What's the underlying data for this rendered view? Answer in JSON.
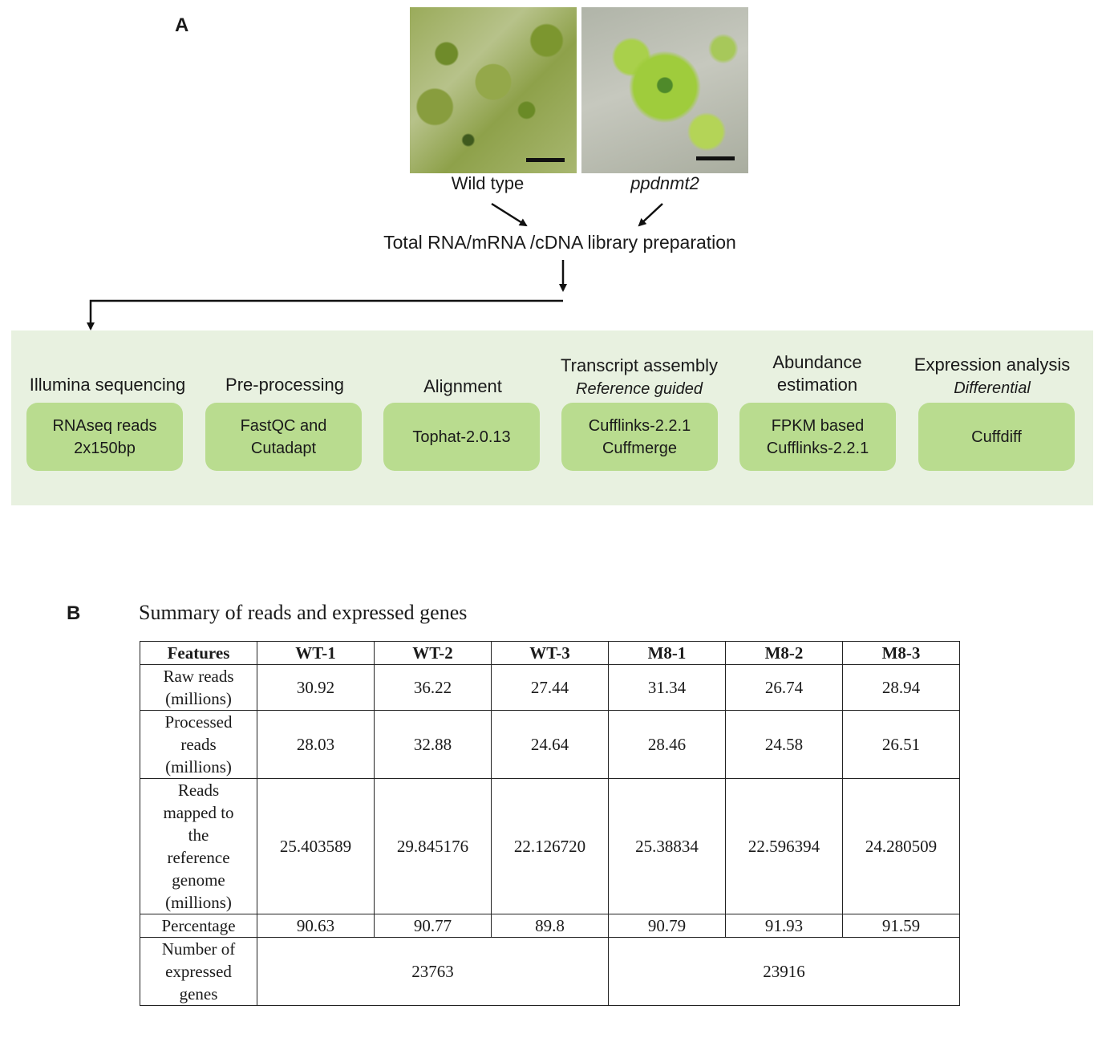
{
  "panel_a": {
    "label": "A",
    "photo_left_label": "Wild type",
    "photo_right_label": "ppdnmt2",
    "library_prep": "Total RNA/mRNA /cDNA library preparation",
    "steps": [
      {
        "title": "Illumina sequencing",
        "subtitle": "",
        "box_lines": [
          "RNAseq reads",
          "2x150bp"
        ]
      },
      {
        "title": "Pre-processing",
        "subtitle": "",
        "box_lines": [
          "FastQC and",
          "Cutadapt"
        ]
      },
      {
        "title": "Alignment",
        "subtitle": "",
        "box_lines": [
          "Tophat-2.0.13",
          ""
        ]
      },
      {
        "title": "Transcript assembly",
        "subtitle": "Reference guided",
        "box_lines": [
          "Cufflinks-2.2.1",
          "Cuffmerge"
        ]
      },
      {
        "title": "Abundance",
        "subtitle": "estimation",
        "box_lines": [
          "FPKM based",
          "Cufflinks-2.2.1"
        ]
      },
      {
        "title": "Expression analysis",
        "subtitle": "Differential",
        "box_lines": [
          "Cuffdiff",
          ""
        ]
      }
    ],
    "colors": {
      "band": "#e8f1e0",
      "box": "#b9dc8f"
    }
  },
  "panel_b": {
    "label": "B",
    "caption": "Summary of reads and expressed genes",
    "headers": [
      "Features",
      "WT-1",
      "WT-2",
      "WT-3",
      "M8-1",
      "M8-2",
      "M8-3"
    ],
    "rows": [
      {
        "feature": "Raw reads (millions)",
        "values": [
          "30.92",
          "36.22",
          "27.44",
          "31.34",
          "26.74",
          "28.94"
        ]
      },
      {
        "feature": "Processed reads (millions)",
        "values": [
          "28.03",
          "32.88",
          "24.64",
          "28.46",
          "24.58",
          "26.51"
        ]
      },
      {
        "feature": "Reads mapped to the reference genome (millions)",
        "values": [
          "25.403589",
          "29.845176",
          "22.126720",
          "25.38834",
          "22.596394",
          "24.280509"
        ]
      },
      {
        "feature": "Percentage",
        "values": [
          "90.63",
          "90.77",
          "89.8",
          "90.79",
          "91.93",
          "91.59"
        ]
      }
    ],
    "expressed": {
      "feature": "Number of expressed genes",
      "wt": "23763",
      "m8": "23916"
    }
  }
}
